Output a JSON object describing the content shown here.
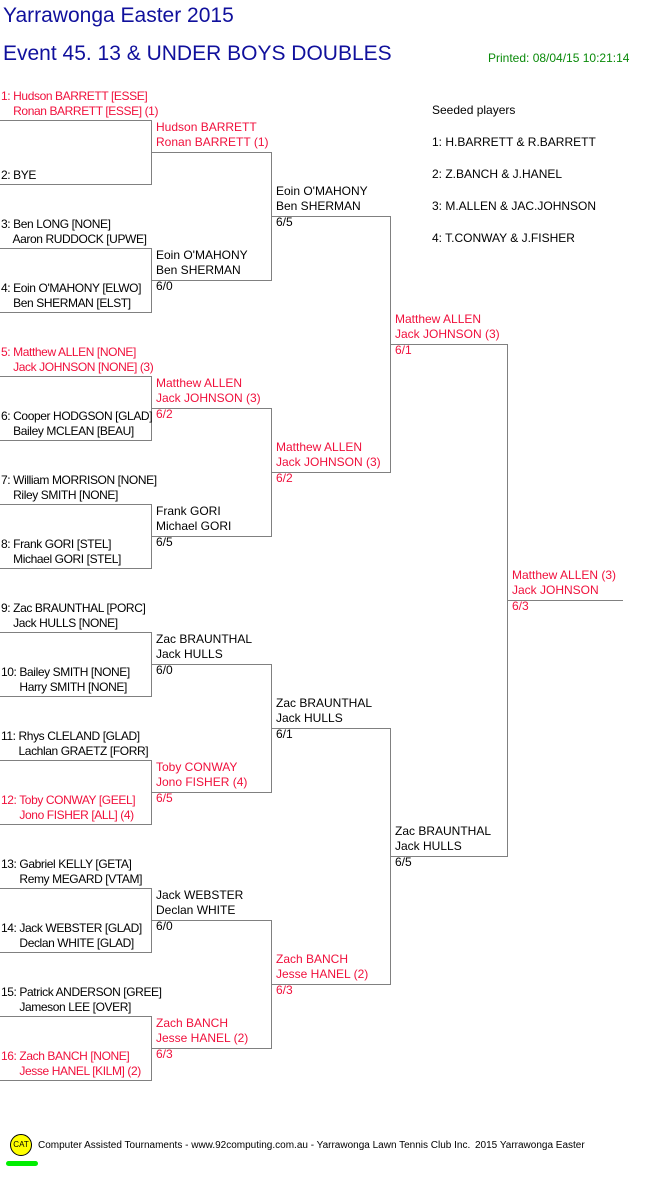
{
  "header": {
    "tournament": "Yarrawonga Easter 2015",
    "event": "Event 45. 13 & UNDER BOYS DOUBLES",
    "printed": "Printed: 08/04/15 10:21:14"
  },
  "seeds": {
    "title": "Seeded players",
    "items": [
      "1: H.BARRETT & R.BARRETT",
      "2: Z.BANCH & J.HANEL",
      "3: M.ALLEN & JAC.JOHNSON",
      "4: T.CONWAY & J.FISHER"
    ]
  },
  "colors": {
    "seeded": "#f0103c",
    "normal": "#000000",
    "title": "#10109c",
    "printed": "#0a8a0a"
  },
  "rounds": [
    [
      {
        "num": "1: ",
        "lines": [
          "Hudson BARRETT [ESSE]",
          "Ronan BARRETT [ESSE] (1)"
        ],
        "seeded": true
      },
      {
        "num": "2: ",
        "lines": [
          "BYE"
        ],
        "seeded": false
      },
      {
        "num": "3: ",
        "lines": [
          "Ben LONG [NONE]",
          "Aaron RUDDOCK [UPWE]"
        ],
        "seeded": false
      },
      {
        "num": "4: ",
        "lines": [
          "Eoin O'MAHONY [ELWO]",
          "Ben SHERMAN [ELST]"
        ],
        "seeded": false
      },
      {
        "num": "5: ",
        "lines": [
          "Matthew ALLEN [NONE]",
          "Jack JOHNSON [NONE] (3)"
        ],
        "seeded": true
      },
      {
        "num": "6: ",
        "lines": [
          "Cooper HODGSON [GLAD]",
          "Bailey MCLEAN [BEAU]"
        ],
        "seeded": false
      },
      {
        "num": "7: ",
        "lines": [
          "William MORRISON [NONE]",
          "Riley SMITH [NONE]"
        ],
        "seeded": false
      },
      {
        "num": "8: ",
        "lines": [
          "Frank GORI [STEL]",
          "Michael GORI [STEL]"
        ],
        "seeded": false
      },
      {
        "num": "9: ",
        "lines": [
          "Zac BRAUNTHAL [PORC]",
          "Jack HULLS [NONE]"
        ],
        "seeded": false
      },
      {
        "num": "10: ",
        "lines": [
          "Bailey SMITH [NONE]",
          "Harry SMITH [NONE]"
        ],
        "seeded": false
      },
      {
        "num": "11: ",
        "lines": [
          "Rhys CLELAND [GLAD]",
          "Lachlan GRAETZ [FORR]"
        ],
        "seeded": false
      },
      {
        "num": "12: ",
        "lines": [
          "Toby CONWAY [GEEL]",
          "Jono FISHER [ALL] (4)"
        ],
        "seeded": true
      },
      {
        "num": "13: ",
        "lines": [
          "Gabriel KELLY [GETA]",
          "Remy MEGARD [VTAM]"
        ],
        "seeded": false
      },
      {
        "num": "14: ",
        "lines": [
          "Jack WEBSTER [GLAD]",
          "Declan WHITE [GLAD]"
        ],
        "seeded": false
      },
      {
        "num": "15: ",
        "lines": [
          "Patrick ANDERSON [GREE]",
          "Jameson LEE [OVER]"
        ],
        "seeded": false
      },
      {
        "num": "16: ",
        "lines": [
          "Zach BANCH [NONE]",
          "Jesse HANEL [KILM] (2)"
        ],
        "seeded": true
      }
    ],
    [
      {
        "lines": [
          "Hudson BARRETT",
          "Ronan BARRETT (1)"
        ],
        "score": "",
        "seeded": true
      },
      {
        "lines": [
          "Eoin O'MAHONY",
          "Ben SHERMAN"
        ],
        "score": "6/0",
        "seeded": false
      },
      {
        "lines": [
          "Matthew ALLEN",
          "Jack JOHNSON (3)"
        ],
        "score": "6/2",
        "seeded": true
      },
      {
        "lines": [
          "Frank GORI",
          "Michael GORI"
        ],
        "score": "6/5",
        "seeded": false
      },
      {
        "lines": [
          "Zac BRAUNTHAL",
          "Jack HULLS"
        ],
        "score": "6/0",
        "seeded": false
      },
      {
        "lines": [
          "Toby CONWAY",
          "Jono FISHER (4)"
        ],
        "score": "6/5",
        "seeded": true
      },
      {
        "lines": [
          "Jack WEBSTER",
          "Declan WHITE"
        ],
        "score": "6/0",
        "seeded": false
      },
      {
        "lines": [
          "Zach BANCH",
          "Jesse HANEL (2)"
        ],
        "score": "6/3",
        "seeded": true
      }
    ],
    [
      {
        "lines": [
          "Eoin O'MAHONY",
          "Ben SHERMAN"
        ],
        "score": "6/5",
        "seeded": false
      },
      {
        "lines": [
          "Matthew ALLEN",
          "Jack JOHNSON (3)"
        ],
        "score": "6/2",
        "seeded": true
      },
      {
        "lines": [
          "Zac BRAUNTHAL",
          "Jack HULLS"
        ],
        "score": "6/1",
        "seeded": false
      },
      {
        "lines": [
          "Zach BANCH",
          "Jesse HANEL (2)"
        ],
        "score": "6/3",
        "seeded": true
      }
    ],
    [
      {
        "lines": [
          "Matthew ALLEN",
          "Jack JOHNSON (3)"
        ],
        "score": "6/1",
        "seeded": true
      },
      {
        "lines": [
          "Zac BRAUNTHAL",
          "Jack HULLS"
        ],
        "score": "6/5",
        "seeded": false
      }
    ],
    [
      {
        "lines": [
          "Matthew ALLEN (3)",
          "Jack JOHNSON"
        ],
        "score": "6/3",
        "seeded": true
      }
    ]
  ],
  "footer": {
    "logo": "CAT",
    "credit": "Computer Assisted Tournaments - www.92computing.com.au -  Yarrawonga Lawn Tennis Club Inc.",
    "event": "2015 Yarrawonga Easter"
  }
}
